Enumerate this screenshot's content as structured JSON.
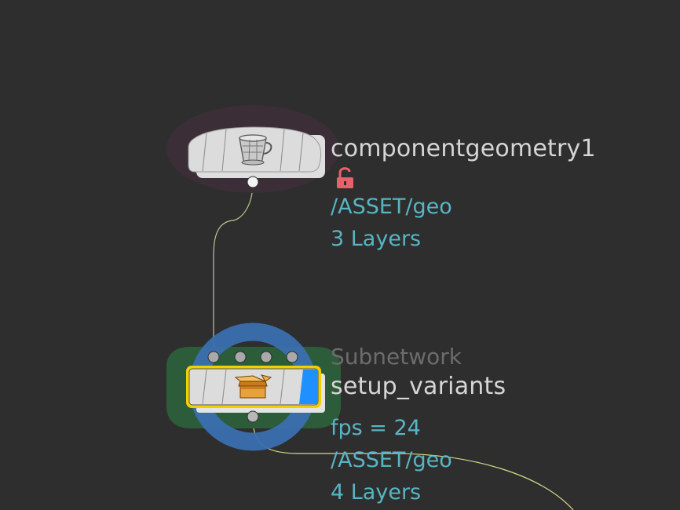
{
  "network": {
    "nodes": [
      {
        "name": "componentgeometry1",
        "icon": "teacup-icon",
        "lock_icon": "unlocked-padlock-icon",
        "info": [
          "/ASSET/geo",
          "3 Layers"
        ]
      },
      {
        "name": "setup_variants",
        "type_label": "Subnetwork",
        "icon": "box-icon",
        "info": [
          "fps = 24",
          "/ASSET/geo",
          "4 Layers"
        ]
      }
    ]
  },
  "colors": {
    "background": "#2e2e2e",
    "node_body": "#dcdcdc",
    "info_text": "#57b5c4",
    "name_text": "#d6d6d6",
    "type_text": "#6c6c6c",
    "selection_outline": "#f0d000",
    "display_flag": "#1e90ff",
    "wire": "#c9d88a",
    "lock": "#e8606a",
    "halo_purple": "#3b2e37",
    "halo_green": "#2c5c3a",
    "ring_blue": "#3a6fb0"
  }
}
